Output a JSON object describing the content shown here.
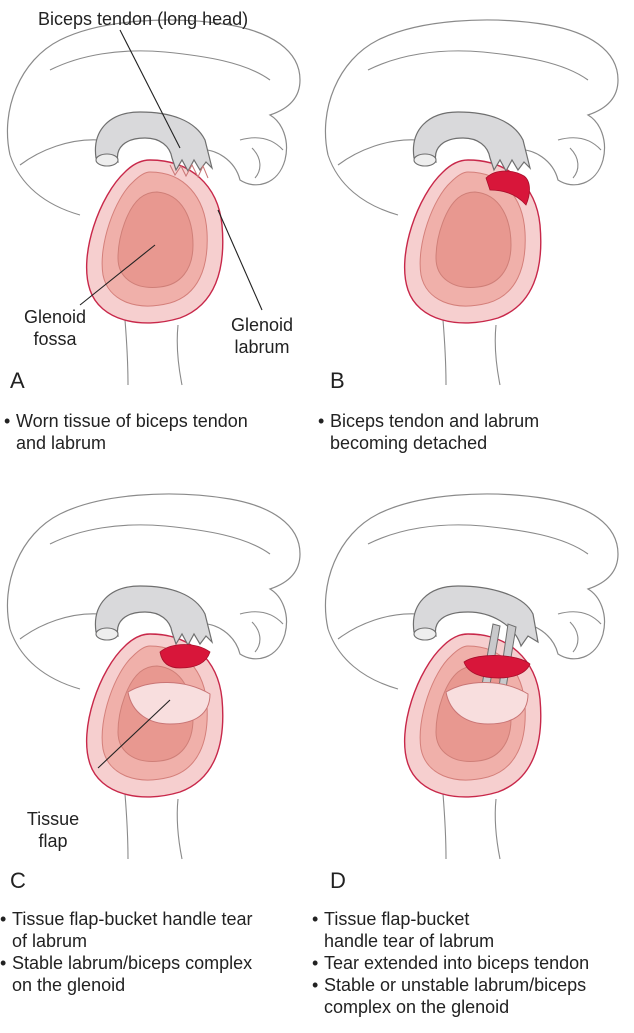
{
  "panels": [
    {
      "letter": "A",
      "labels": {
        "biceps_tendon": "Biceps tendon (long head)",
        "glenoid_fossa_1": "Glenoid",
        "glenoid_fossa_2": "fossa",
        "glenoid_labrum_1": "Glenoid",
        "glenoid_labrum_2": "labrum"
      },
      "caption": [
        "Worn tissue of biceps tendon",
        "and labrum"
      ]
    },
    {
      "letter": "B",
      "caption": [
        "Biceps tendon and labrum",
        "becoming detached"
      ]
    },
    {
      "letter": "C",
      "labels": {
        "tissue_flap_1": "Tissue",
        "tissue_flap_2": "flap"
      },
      "caption": [
        "Tissue flap-bucket handle tear",
        "of labrum",
        "Stable labrum/biceps complex",
        "on the glenoid"
      ]
    },
    {
      "letter": "D",
      "caption": [
        "Tissue flap-bucket",
        "handle tear of labrum",
        "Tear extended into biceps tendon",
        "Stable or unstable labrum/biceps",
        "complex on the glenoid"
      ]
    }
  ],
  "colors": {
    "outline": "#7a7a7a",
    "tendon": "#d9d9db",
    "labrum_light": "#f6cfcf",
    "fossa_mid": "#f0b0aa",
    "fossa_dark": "#e89890",
    "rim": "#c8284a",
    "tear": "#d8163a"
  }
}
